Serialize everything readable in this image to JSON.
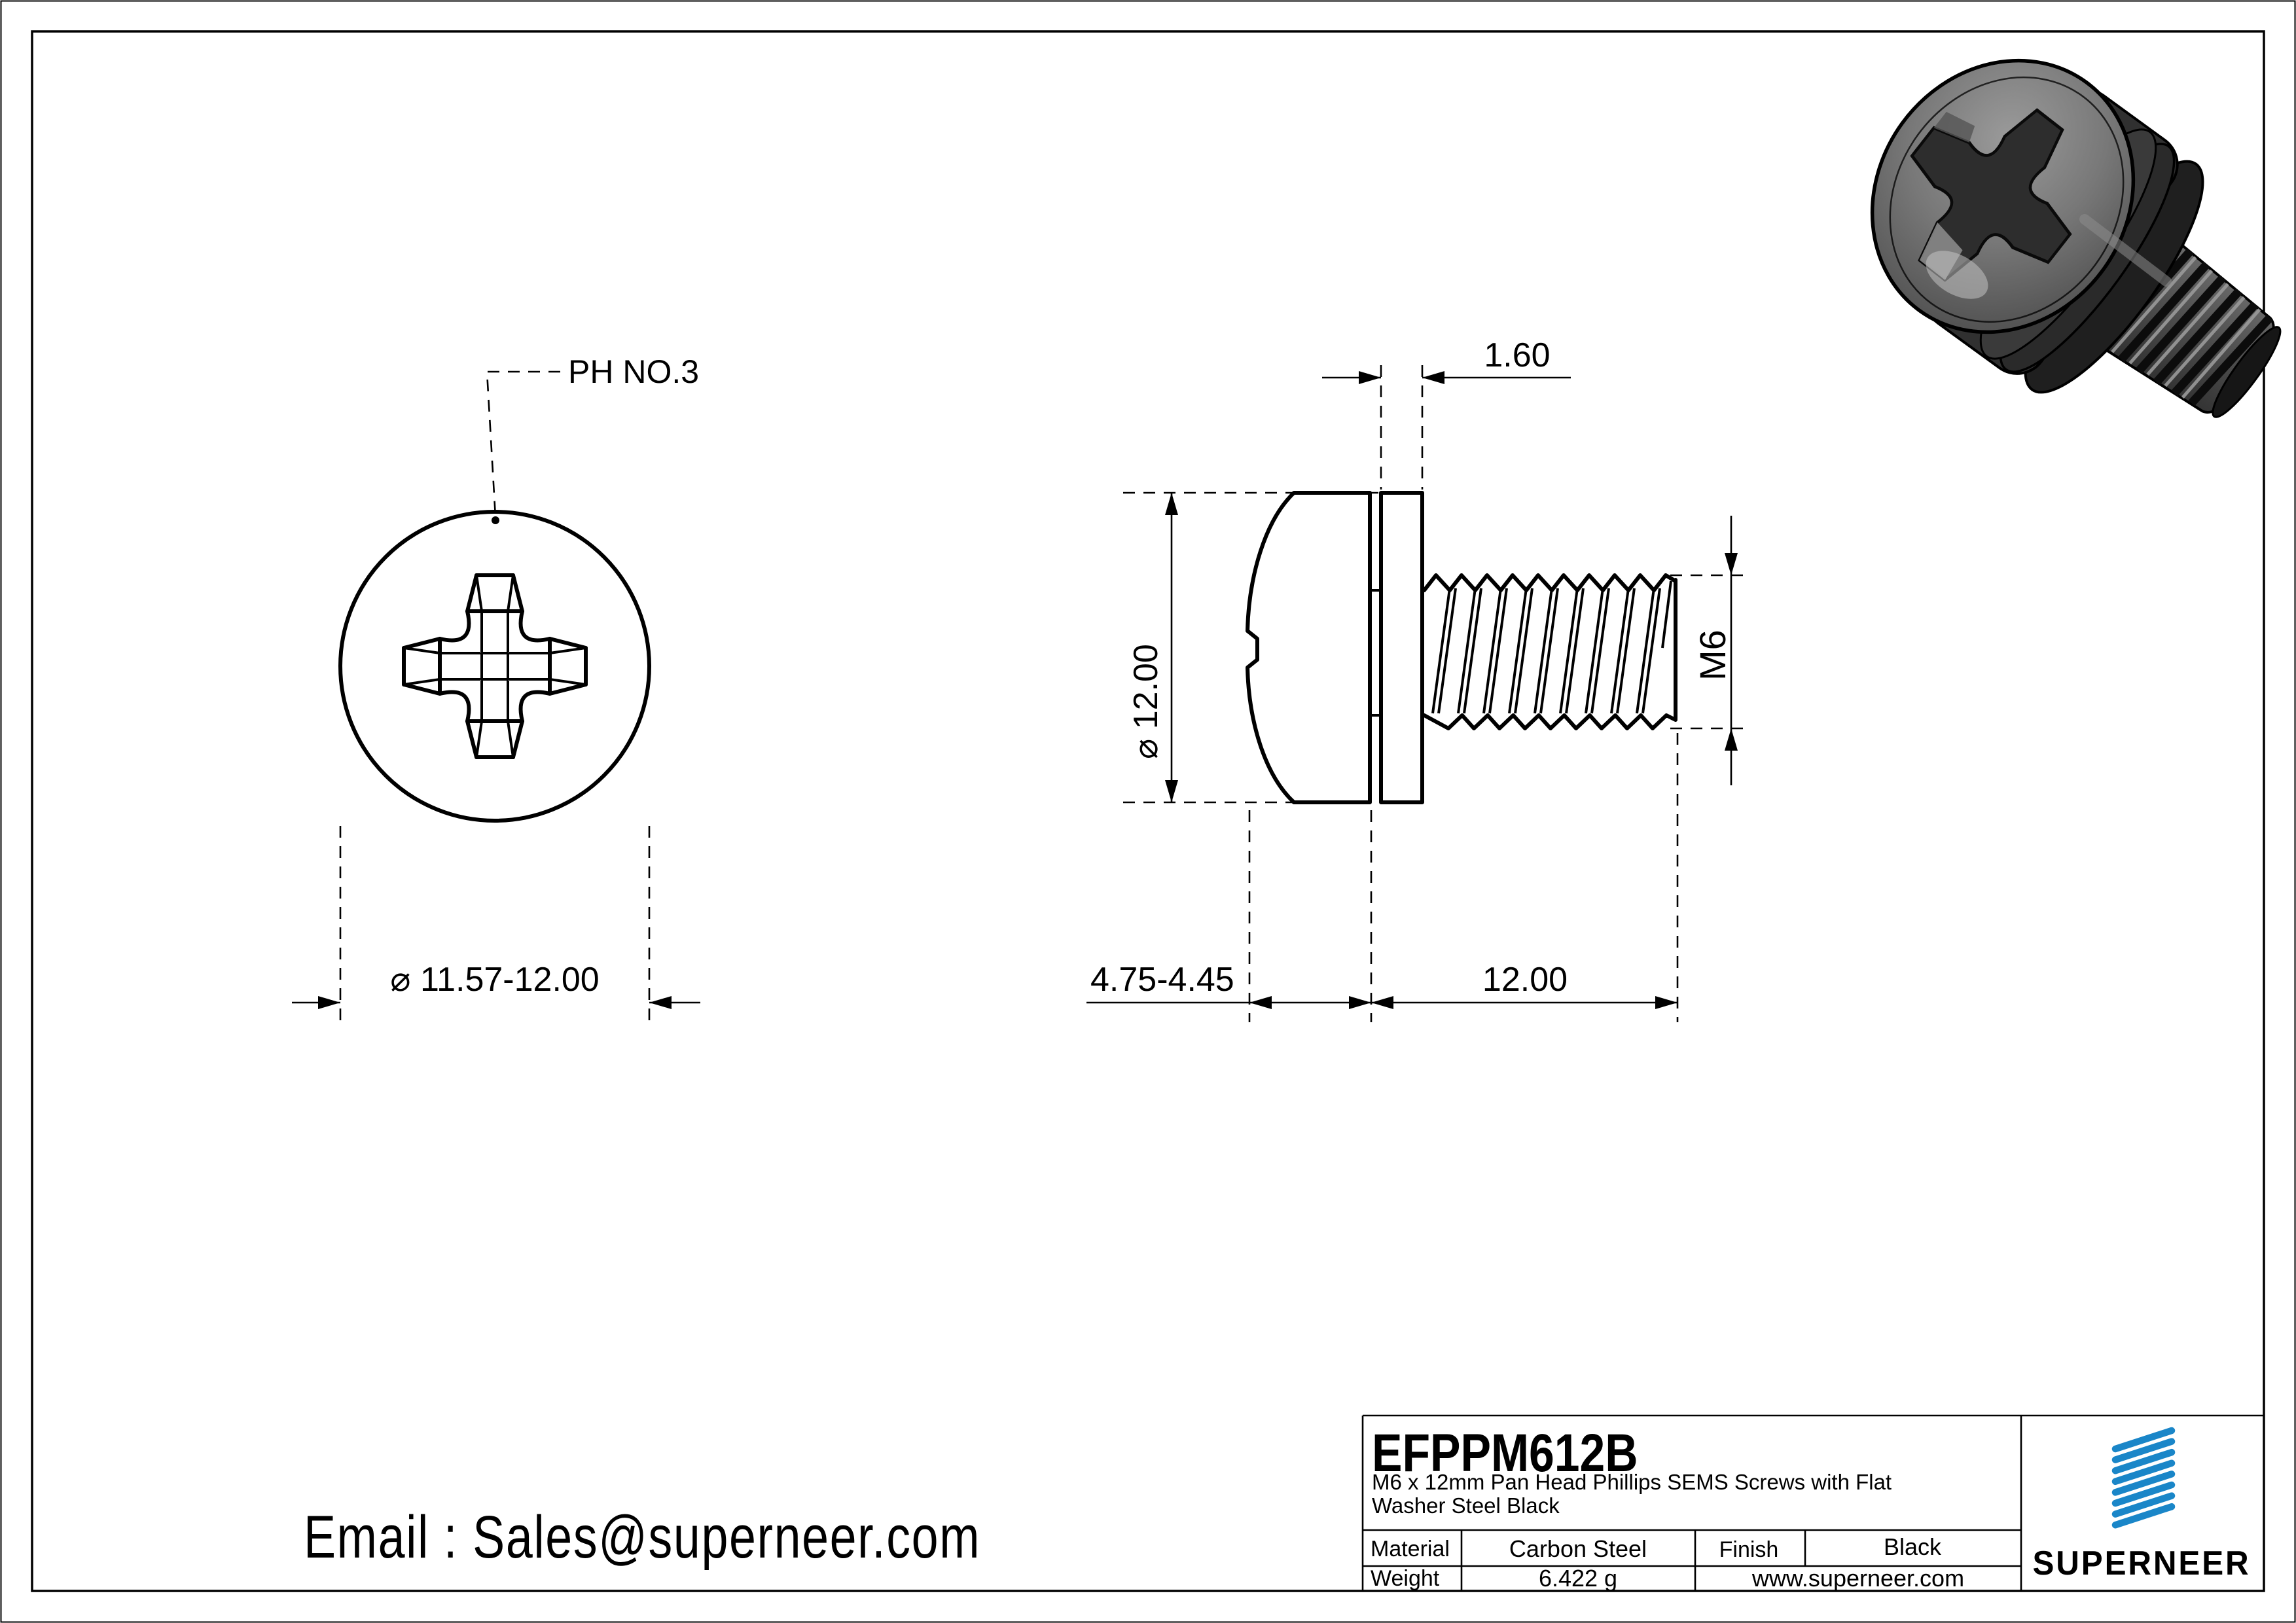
{
  "front_view": {
    "ph_label": "PH NO.3",
    "diameter_dim": "⌀ 11.57-12.00"
  },
  "side_view": {
    "washer_thickness_dim": "1.60",
    "head_diameter_dim": "⌀ 12.00",
    "thread_dim": "M6",
    "head_height_dim": "4.75-4.45",
    "length_dim": "12.00"
  },
  "contact": {
    "email": "Email : Sales@superneer.com"
  },
  "title_block": {
    "part_number": "EFPPM612B",
    "description_line1": "M6 x 12mm Pan Head Phillips SEMS Screws with  Flat",
    "description_line2": "Washer Steel Black",
    "material_label": "Material",
    "material_value": "Carbon Steel",
    "finish_label": "Finish",
    "finish_value": "Black",
    "weight_label": "Weight",
    "weight_value": "6.422 g",
    "website": "www.superneer.com",
    "brand": "SUPERNEER"
  },
  "colors": {
    "accent_blue": "#1e87c8",
    "logo_blue": "#1a86c8",
    "line_black": "#000000"
  }
}
